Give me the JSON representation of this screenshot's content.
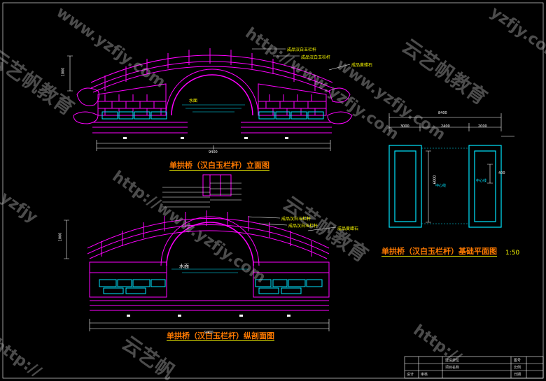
{
  "titles": {
    "elevation": "单拱桥（汉白玉栏杆）立面图",
    "section": "单拱桥（汉白玉栏杆）纵剖面图",
    "plan": "单拱桥（汉白玉栏杆）基础平面图",
    "plan_scale": "1:50"
  },
  "labels": {
    "water1": "水面",
    "water2": "水面",
    "rail1": "成品汉白玉栏杆",
    "rail2": "成品汉白玉栏杆",
    "stone1": "成品黄蜡石",
    "rail3": "成品汉白玉栏杆",
    "rail4": "成品汉白玉栏杆",
    "stone2": "成品黄蜡石",
    "note1": "中心线",
    "note2": "中心线"
  },
  "dims": {
    "span1": "9400",
    "span2": "9400",
    "plan_total": "8400",
    "plan_a": "3000",
    "plan_b": "2400",
    "plan_c": "2000",
    "plan_d": "6000",
    "plan_e": "400",
    "h1": "1000",
    "h2": "1000"
  },
  "watermarks": [
    "云艺帆教育",
    "www.yzfjy.com",
    "http://www.yzfjy.com",
    "云艺帆教育",
    "yzfjy.com",
    "云艺帆教育",
    "http://www.yzfjy.com",
    "云艺帆",
    "yzfjy",
    "云艺帆教育",
    "http://",
    "云艺帆"
  ],
  "title_block": {
    "r1": "建设单位",
    "r2": "项目名称",
    "r3": "设计",
    "r4": "审核",
    "r5": "图号",
    "r6": "比例",
    "r7": "日期"
  },
  "colors": {
    "bridge": "#ff00ff",
    "stone": "#00e5ff",
    "dimension": "#ffffff",
    "text": "#ffff00",
    "title": "#ff7a00"
  }
}
